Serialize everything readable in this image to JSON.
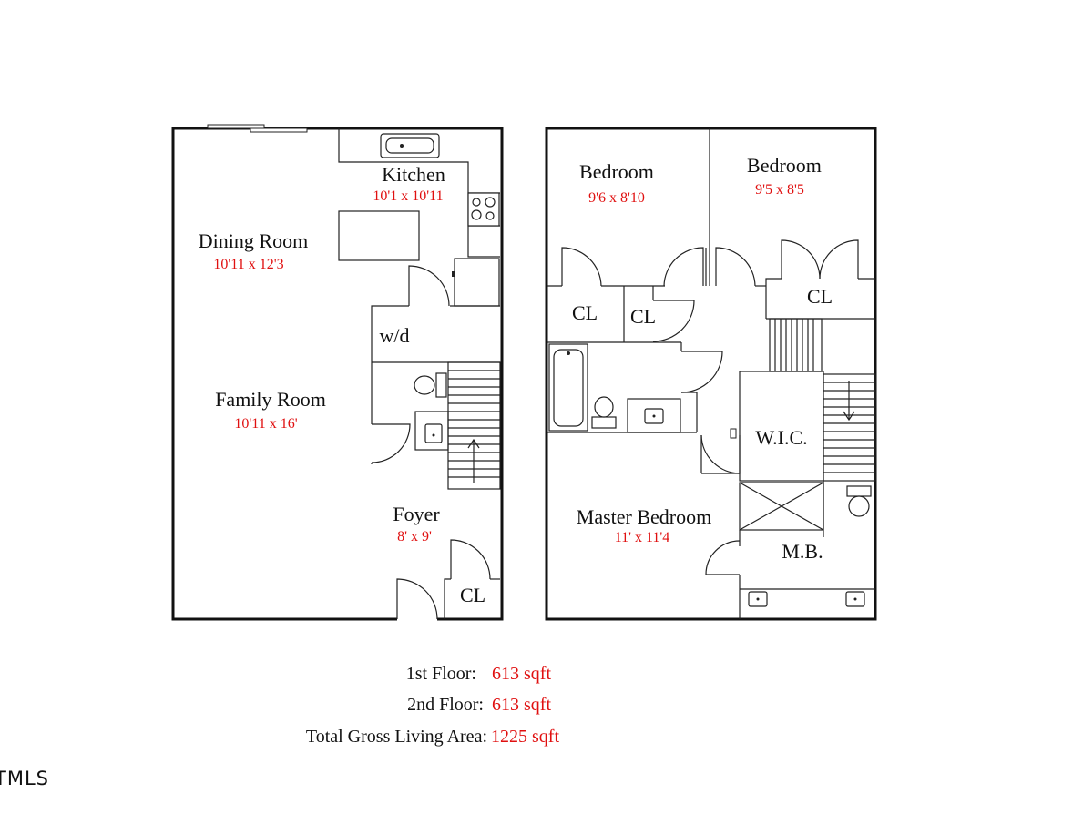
{
  "first_floor": {
    "kitchen": {
      "name": "Kitchen",
      "dim": "10'1 x 10'11"
    },
    "dining_room": {
      "name": "Dining Room",
      "dim": "10'11 x 12'3"
    },
    "laundry": {
      "name": "w/d"
    },
    "family_room": {
      "name": "Family Room",
      "dim": "10'11 x 16'"
    },
    "foyer": {
      "name": "Foyer",
      "dim": "8' x 9'"
    },
    "closet": {
      "name": "CL"
    }
  },
  "second_floor": {
    "bedroom_1": {
      "name": "Bedroom",
      "dim": "9'6 x 8'10"
    },
    "bedroom_2": {
      "name": "Bedroom",
      "dim": "9'5 x 8'5"
    },
    "closet_1": {
      "name": "CL"
    },
    "closet_2": {
      "name": "CL"
    },
    "closet_3": {
      "name": "CL"
    },
    "walk_in_closet": {
      "name": "W.I.C."
    },
    "master_bedroom": {
      "name": "Master Bedroom",
      "dim": "11' x 11'4"
    },
    "master_bath": {
      "name": "M.B."
    }
  },
  "summary": {
    "first_floor_label": "1st Floor:",
    "first_floor_value": "613 sqft",
    "second_floor_label": "2nd Floor:",
    "second_floor_value": "613 sqft",
    "total_label": "Total Gross Living Area:",
    "total_value": "1225 sqft"
  },
  "logo": {
    "text": "TMLS"
  }
}
